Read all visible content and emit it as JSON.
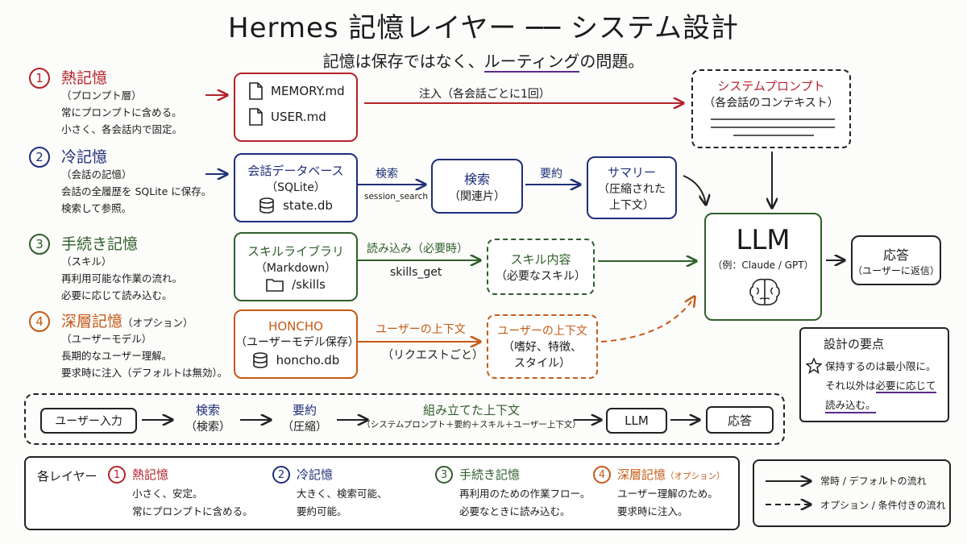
{
  "header": {
    "title": "Hermes 記憶レイヤー ── システム設計",
    "subtitle_pre": "記憶は保存ではなく、",
    "subtitle_em": "ルーティング",
    "subtitle_post": "の問題。"
  },
  "layers": [
    {
      "num": "1",
      "name": "熱記憶",
      "sub": "（プロンプト層）",
      "desc1": "常にプロンプトに含める。",
      "desc2": "小さく、各会話内で固定。"
    },
    {
      "num": "2",
      "name": "冷記憶",
      "sub": "（会話の記憶）",
      "desc1": "会話の全履歴を SQLite に保存。",
      "desc2": "検索して参照。"
    },
    {
      "num": "3",
      "name": "手続き記憶",
      "sub": "（スキル）",
      "desc1": "再利用可能な作業の流れ。",
      "desc2": "必要に応じて読み込む。"
    },
    {
      "num": "4",
      "name": "深層記憶",
      "name_suffix": "（オプション）",
      "sub": "（ユーザーモデル）",
      "desc1": "長期的なユーザー理解。",
      "desc2": "要求時に注入（デフォルトは無効）。"
    }
  ],
  "stores": {
    "memory_file": "MEMORY.md",
    "user_file": "USER.md",
    "db_title": "会話データベース",
    "db_sub": "（SQLite）",
    "db_file": "state.db",
    "skill_title": "スキルライブラリ",
    "skill_sub": "（Markdown）",
    "skill_dir": "/skills",
    "honcho_title": "HONCHO",
    "honcho_sub": "（ユーザーモデル保存）",
    "honcho_file": "honcho.db"
  },
  "flow": {
    "inject_label": "注入（各会話ごとに1回）",
    "search_label": "検索",
    "search_fn": "session_search",
    "search_box_title": "検索",
    "search_box_sub": "（関連片）",
    "summarize_label": "要約",
    "summary_title": "サマリー",
    "summary_sub1": "（圧縮された",
    "summary_sub2": "上下文）",
    "load_label": "読み込み（必要時）",
    "load_fn": "skills_get",
    "skill_content_title": "スキル内容",
    "skill_content_sub": "（必要なスキル）",
    "user_ctx_label": "ユーザーの上下文",
    "user_ctx_sub": "（リクエストごと）",
    "user_ctx_title": "ユーザーの上下文",
    "user_ctx_l1": "（嗜好、特徴、",
    "user_ctx_l2": "スタイル）"
  },
  "system_prompt": {
    "title": "システムプロンプト",
    "sub": "（各会話のコンテキスト）"
  },
  "llm": {
    "title": "LLM",
    "sub": "（例：Claude / GPT）"
  },
  "response": {
    "title": "応答",
    "sub": "（ユーザーに返信）"
  },
  "principles": {
    "title": "設計の要点",
    "line1": "保持するのは最小限に。",
    "line2_pre": "それ以外は",
    "line2_em": "必要に応じて",
    "line3": "読み込む。"
  },
  "pipeline": {
    "user_input": "ユーザー入力",
    "search": "検索",
    "search_sub": "（検索）",
    "summarize": "要約",
    "summarize_sub": "（圧縮）",
    "assemble": "組み立てた上下文",
    "assemble_sub": "（システムプロンプト＋要約＋スキル＋ユーザー上下文）",
    "llm": "LLM",
    "response": "応答"
  },
  "legend": {
    "title": "各レイヤー",
    "items": [
      {
        "num": "1",
        "name": "熱記憶",
        "l1": "小さく、安定。",
        "l2": "常にプロンプトに含める。"
      },
      {
        "num": "2",
        "name": "冷記憶",
        "l1": "大きく、検索可能、",
        "l2": "要約可能。"
      },
      {
        "num": "3",
        "name": "手続き記憶",
        "l1": "再利用のための作業フロー。",
        "l2": "必要なときに読み込む。"
      },
      {
        "num": "4",
        "name": "深層記憶",
        "name_suffix": "（オプション）",
        "l1": "ユーザー理解のため。",
        "l2": "要求時に注入。"
      }
    ],
    "solid": "常時 / デフォルトの流れ",
    "dashed": "オプション / 条件付きの流れ"
  },
  "colors": {
    "hot": "#b3232b",
    "cold": "#1f2f7a",
    "procedural": "#2f5f2a",
    "deep": "#c45a17",
    "ink": "#222222",
    "underline": "#5a2a8a"
  },
  "icons": [
    "file-icon",
    "database-icon",
    "folder-icon",
    "brain-icon",
    "star-icon",
    "arrow-icon"
  ]
}
